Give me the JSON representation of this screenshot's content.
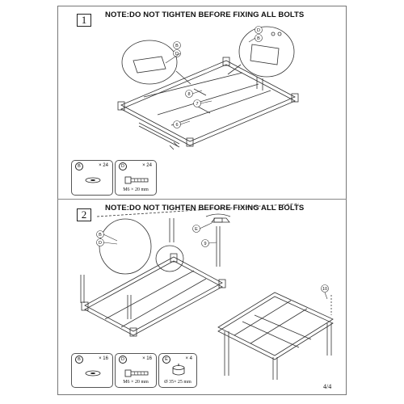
{
  "page": {
    "page_number": "4/4"
  },
  "step1": {
    "number": "1",
    "note": "NOTE:DO NOT TIGHTEN BEFORE FIXING ALL BOLTS",
    "callouts": [
      "B",
      "D",
      "D",
      "B",
      "8",
      "7",
      "6"
    ],
    "parts": [
      {
        "letter": "B",
        "qty": "× 24",
        "size": ""
      },
      {
        "letter": "D",
        "qty": "× 24",
        "size": "M6 × 20 mm"
      }
    ]
  },
  "step2": {
    "number": "2",
    "note": "NOTE:DO NOT TIGHTEN BEFORE FIXING ALL BOLTS",
    "callouts": [
      "E",
      "9",
      "B",
      "D",
      "10"
    ],
    "parts": [
      {
        "letter": "B",
        "qty": "× 16",
        "size": ""
      },
      {
        "letter": "D",
        "qty": "× 16",
        "size": "M6 × 20 mm"
      },
      {
        "letter": "E",
        "qty": "× 4",
        "size": "Ø 35× 25 mm"
      }
    ]
  }
}
